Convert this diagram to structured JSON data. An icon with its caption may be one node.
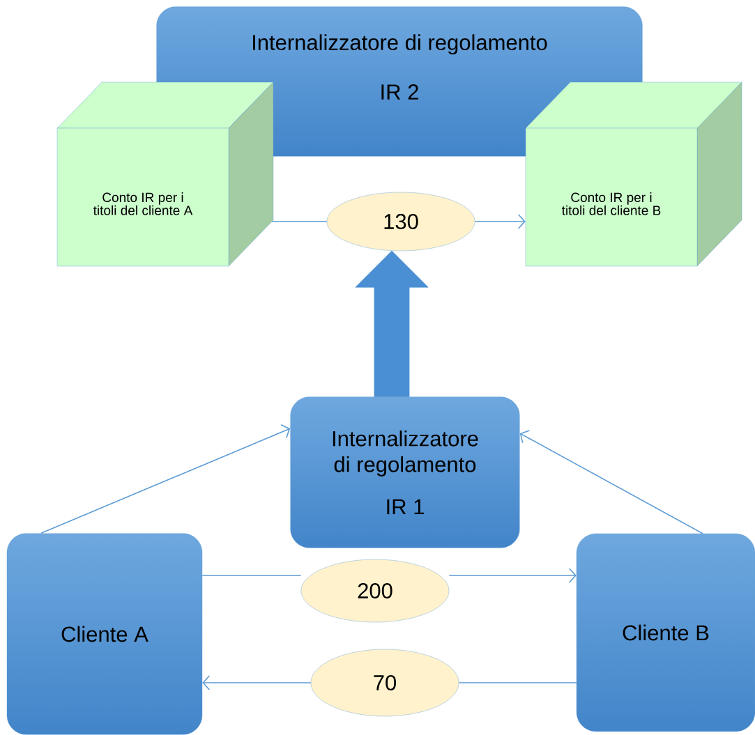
{
  "diagram": {
    "nodes": [
      {
        "text": [
          "Internalizzatore di regolamento",
          "IR 2"
        ]
      },
      {
        "text": [
          "Conto IR per i titoli del cliente A"
        ]
      },
      {
        "text": [
          "Conto IR per i titoli del cliente B"
        ]
      },
      {
        "text": [
          "130"
        ]
      },
      {
        "text": [
          "Internalizzatore di regolamento",
          "IR 1"
        ]
      },
      {
        "text": [
          "Cliente A"
        ]
      },
      {
        "text": [
          "Cliente B"
        ]
      },
      {
        "text": [
          "200"
        ]
      },
      {
        "text": [
          "70"
        ]
      }
    ],
    "edges": [
      {
        "from": 1,
        "to": 3,
        "arrow": "none"
      },
      {
        "from": 3,
        "to": 2,
        "arrow": "to"
      },
      {
        "from": 5,
        "to": 7,
        "arrow": "none"
      },
      {
        "from": 7,
        "to": 6,
        "arrow": "to"
      },
      {
        "from": 6,
        "to": 8,
        "arrow": "none"
      },
      {
        "from": 8,
        "to": 5,
        "arrow": "to"
      },
      {
        "from": 5,
        "to": 4,
        "arrow": "to"
      },
      {
        "from": 6,
        "to": 4,
        "arrow": "to"
      },
      {
        "from": 4,
        "to": 3,
        "arrow": "to",
        "style": "thick"
      }
    ]
  }
}
